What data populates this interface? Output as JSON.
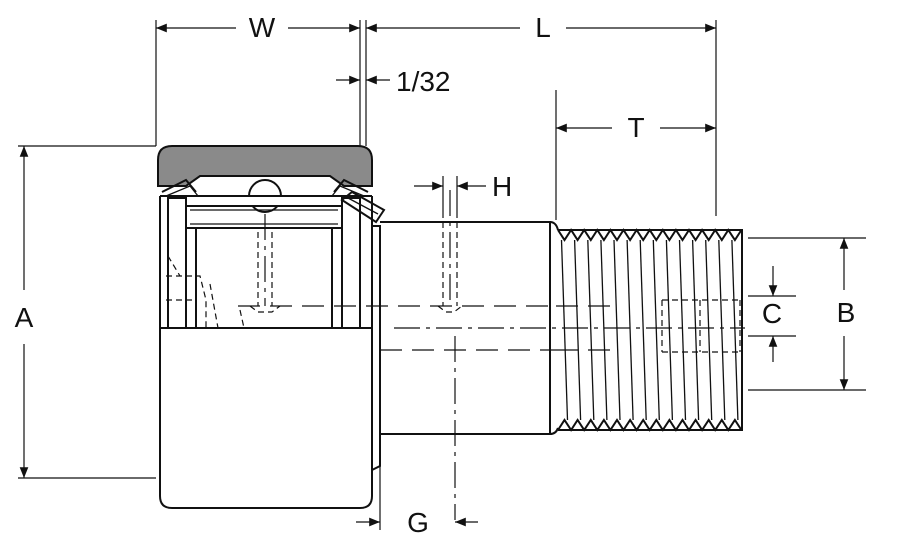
{
  "labels": {
    "W": "W",
    "L": "L",
    "gap": "1/32",
    "H": "H",
    "T": "T",
    "A": "A",
    "B": "B",
    "C": "C",
    "G": "G"
  },
  "colors": {
    "seal": "#8a8a8a",
    "line": "#111111",
    "background": "#ffffff"
  }
}
